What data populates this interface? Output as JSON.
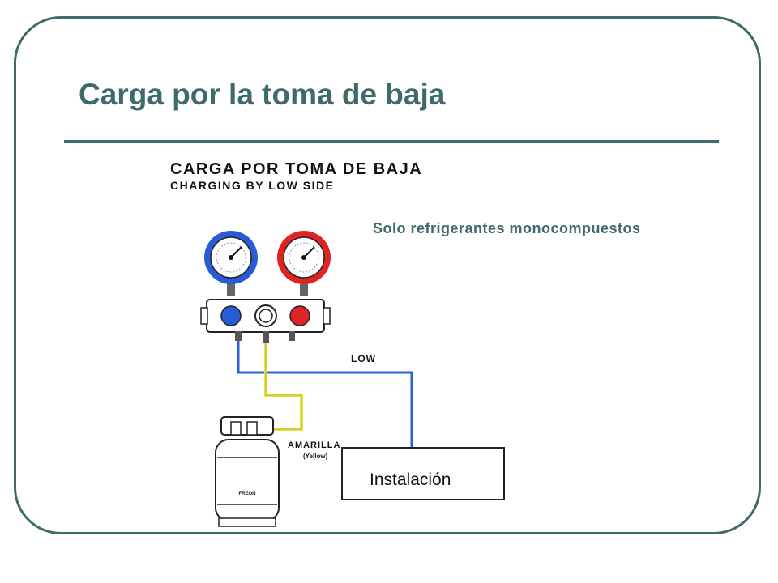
{
  "slide": {
    "title": "Carga por la toma de baja",
    "note": "Solo refrigerantes monocompuestos"
  },
  "diagram": {
    "heading_es": "CARGA POR TOMA DE BAJA",
    "heading_en": "CHARGING BY LOW SIDE",
    "low_label": "LOW",
    "amarilla_label": "AMARILLA",
    "yellow_label": "(Yellow)",
    "installation_label": "Instalación",
    "cylinder_label": "FREON",
    "colors": {
      "frame": "#3e6a6a",
      "low_gauge": "#2a5bd7",
      "high_gauge": "#e02424",
      "low_hose": "#2f5fd0",
      "charge_hose": "#e8e23a"
    }
  }
}
